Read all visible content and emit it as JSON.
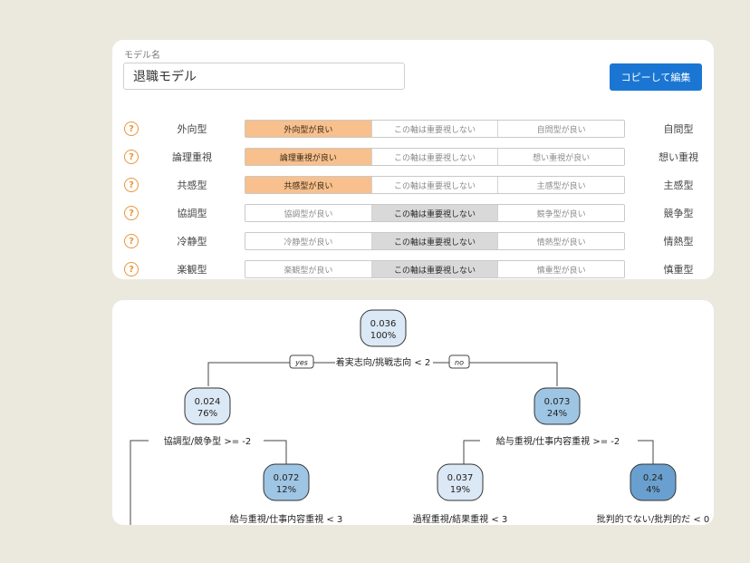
{
  "model": {
    "label": "モデル名",
    "name": "退職モデル",
    "copy_button": "コピーして編集"
  },
  "axes": [
    {
      "left": "外向型",
      "right": "自問型",
      "options": [
        "外向型が良い",
        "この軸は重要視しない",
        "自問型が良い"
      ],
      "selected": 0
    },
    {
      "left": "論理重視",
      "right": "想い重視",
      "options": [
        "論理重視が良い",
        "この軸は重要視しない",
        "想い重視が良い"
      ],
      "selected": 0
    },
    {
      "left": "共感型",
      "right": "主感型",
      "options": [
        "共感型が良い",
        "この軸は重要視しない",
        "主感型が良い"
      ],
      "selected": 0
    },
    {
      "left": "協調型",
      "right": "競争型",
      "options": [
        "協調型が良い",
        "この軸は重要視しない",
        "競争型が良い"
      ],
      "selected": 1
    },
    {
      "left": "冷静型",
      "right": "情熱型",
      "options": [
        "冷静型が良い",
        "この軸は重要視しない",
        "情熱型が良い"
      ],
      "selected": 1
    },
    {
      "left": "楽観型",
      "right": "慎重型",
      "options": [
        "楽観型が良い",
        "この軸は重要視しない",
        "慎重型が良い"
      ],
      "selected": 1
    }
  ],
  "tree": {
    "edge_labels": {
      "yes": "yes",
      "no": "no"
    },
    "nodes": [
      {
        "id": "root",
        "value": "0.036",
        "pct": "100%",
        "split": "着実志向/挑戦志向 < 2",
        "color": "#dbe8f5"
      },
      {
        "id": "n-left",
        "value": "0.024",
        "pct": "76%",
        "split": "協調型/競争型 >= -2",
        "color": "#dbe8f5"
      },
      {
        "id": "n-right",
        "value": "0.073",
        "pct": "24%",
        "split": "給与重視/仕事内容重視 >= -2",
        "color": "#9ec5e3"
      },
      {
        "id": "n-left-right",
        "value": "0.072",
        "pct": "12%",
        "split": "給与重視/仕事内容重視 < 3",
        "color": "#9ec5e3"
      },
      {
        "id": "n-right-left",
        "value": "0.037",
        "pct": "19%",
        "split": "過程重視/結果重視 < 3",
        "color": "#dbe8f5"
      },
      {
        "id": "n-right-right",
        "value": "0.24",
        "pct": "4%",
        "split": "批判的でない/批判的だ < 0",
        "color": "#6aa0cf"
      }
    ]
  }
}
